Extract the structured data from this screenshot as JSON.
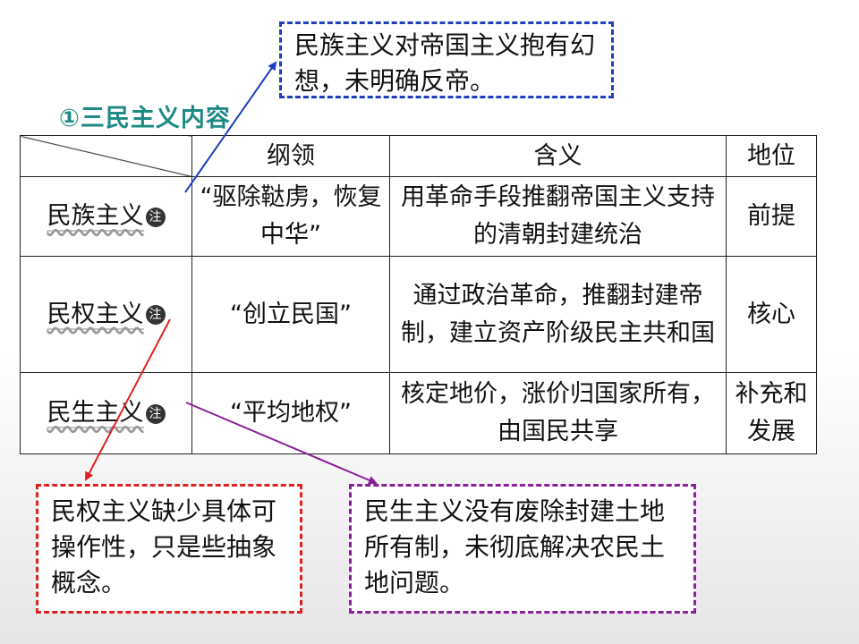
{
  "notes": {
    "top": "民族主义对帝国主义抱有幻想，未明确反帝。",
    "red": "民权主义缺少具体可操作性，只是些抽象概念。",
    "purple": "民生主义没有废除封建土地所有制，未彻底解决农民土地问题。"
  },
  "section_title": "①三民主义内容",
  "table": {
    "headers": [
      "纲领",
      "含义",
      "地位"
    ],
    "rows": [
      {
        "name": "民族主义",
        "badge": "注",
        "program": "“驱除鞑虏，恢复中华”",
        "meaning": "用革命手段推翻帝国主义支持的清朝封建统治",
        "status": "前提"
      },
      {
        "name": "民权主义",
        "badge": "注",
        "program": "“创立民国”",
        "meaning": "通过政治革命，推翻封建帝制，建立资产阶级民主共和国",
        "status": "核心"
      },
      {
        "name": "民生主义",
        "badge": "注",
        "program": "“平均地权”",
        "meaning": "核定地价，涨价归国家所有，由国民共享",
        "status": "补充和发展"
      }
    ]
  },
  "colors": {
    "blue": "#1f3fbf",
    "red": "#e02020",
    "purple": "#8a1f9a",
    "title": "#1d8a84"
  }
}
